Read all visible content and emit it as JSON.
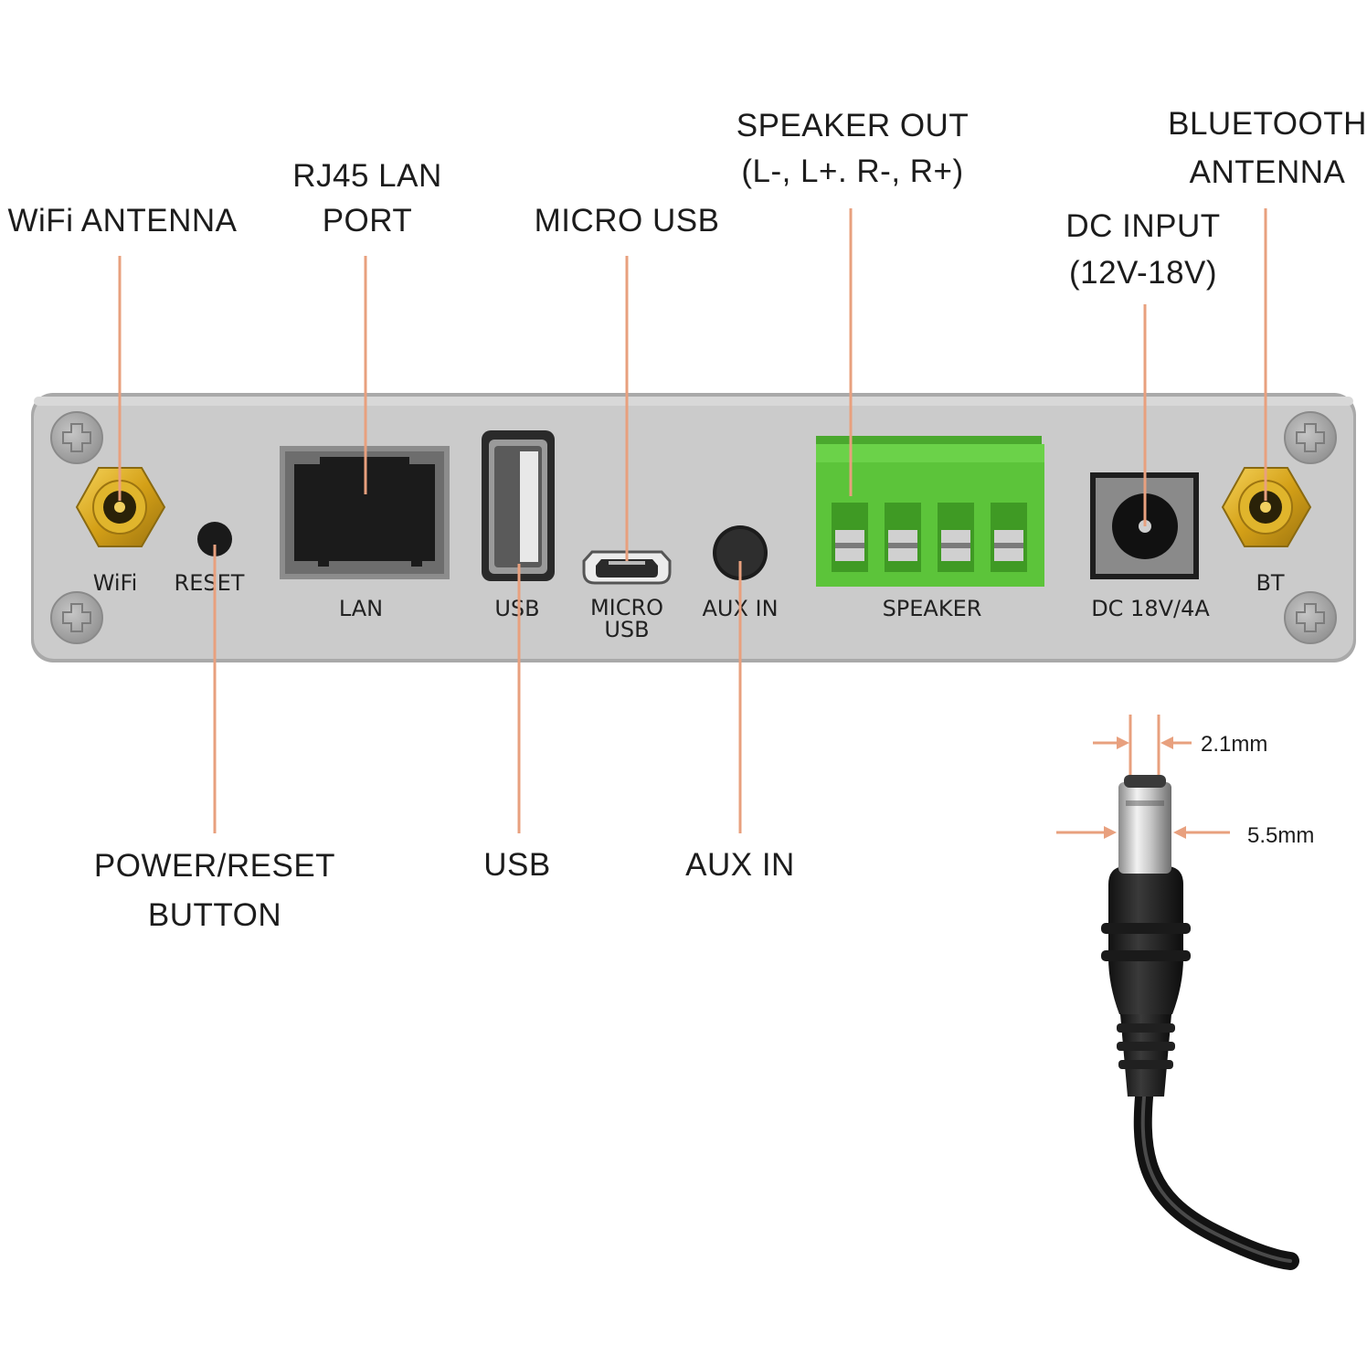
{
  "callouts": {
    "wifi_antenna": "WiFi ANTENNA",
    "rj45_line1": "RJ45 LAN",
    "rj45_line2": "PORT",
    "micro_usb": "MICRO USB",
    "speaker_out_line1": "SPEAKER OUT",
    "speaker_out_line2": "(L-, L+. R-, R+)",
    "dc_input_line1": "DC INPUT",
    "dc_input_line2": "(12V-18V)",
    "bt_antenna_line1": "BLUETOOTH",
    "bt_antenna_line2": "ANTENNA",
    "power_reset_line1": "POWER/RESET",
    "power_reset_line2": "BUTTON",
    "usb": "USB",
    "aux_in": "AUX IN"
  },
  "panel_labels": {
    "wifi": "WiFi",
    "reset": "RESET",
    "lan": "LAN",
    "usb": "USB",
    "micro_usb_line1": "MICRO",
    "micro_usb_line2": "USB",
    "aux_in": "AUX IN",
    "speaker": "SPEAKER",
    "dc": "DC 18V/4A",
    "bt": "BT"
  },
  "plug_dimensions": {
    "inner": "2.1mm",
    "outer": "5.5mm"
  },
  "colors": {
    "leader_line": "#e8a07e",
    "panel": "#c9c9c9",
    "terminal_block": "#5cc43a",
    "antenna_gold": "#d4a017"
  }
}
